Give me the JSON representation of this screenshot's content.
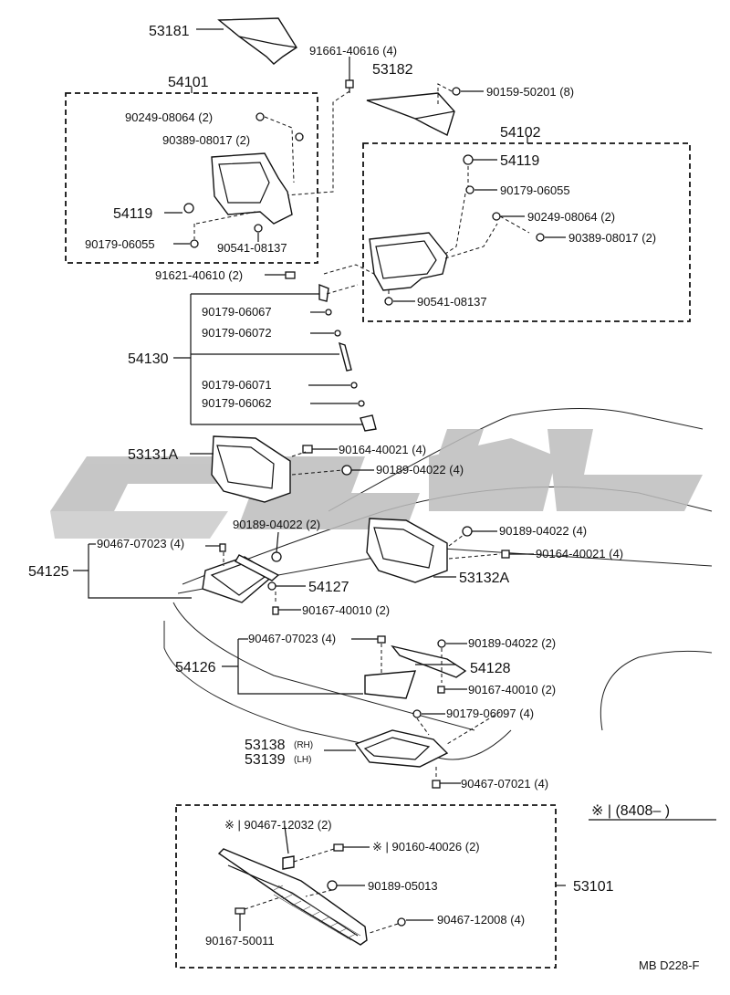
{
  "watermark": "",
  "footer": {
    "code": "MB  D228-F"
  },
  "note": {
    "text": "※ | (8408–        )"
  },
  "labels": {
    "p53181": "53181",
    "p91661": "91661-40616 (4)",
    "p53182": "53182",
    "p90159": "90159-50201 (8)",
    "p54101": "54101",
    "p90249a": "90249-08064 (2)",
    "p90389a": "90389-08017 (2)",
    "p54119a": "54119",
    "p90179a": "90179-06055",
    "p90541a": "90541-08137",
    "p54102": "54102",
    "p54119b": "54119",
    "p90179b": "90179-06055",
    "p90249b": "90249-08064 (2)",
    "p90389b": "90389-08017 (2)",
    "p90541b": "90541-08137",
    "p91621": "91621-40610 (2)",
    "p54130": "54130",
    "p90179_067": "90179-06067",
    "p90179_072": "90179-06072",
    "p90179_071": "90179-06071",
    "p90179_062": "90179-06062",
    "p53131A": "53131A",
    "p90164a": "90164-40021 (4)",
    "p90189a": "90189-04022 (4)",
    "p90189b": "90189-04022 (2)",
    "p90467a": "90467-07023 (4)",
    "p54125": "54125",
    "p54127": "54127",
    "p90167a": "90167-40010 (2)",
    "p90189c": "90189-04022 (4)",
    "p90164b": "90164-40021 (4)",
    "p53132A": "53132A",
    "p90467b": "90467-07023 (4)",
    "p90189d": "90189-04022 (2)",
    "p54126": "54126",
    "p54128": "54128",
    "p90167b": "90167-40010 (2)",
    "p90179_097": "90179-06097 (4)",
    "p53138": "53138",
    "p53138s": "(RH)",
    "p53139": "53139",
    "p53139s": "(LH)",
    "p90467c": "90467-07021 (4)",
    "p90467d": "※ | 90467-12032 (2)",
    "p90160": "※ | 90160-40026 (2)",
    "p90189e": "90189-05013",
    "p90467e": "90467-12008 (4)",
    "p90167c": "90167-50011",
    "p53101": "53101"
  }
}
